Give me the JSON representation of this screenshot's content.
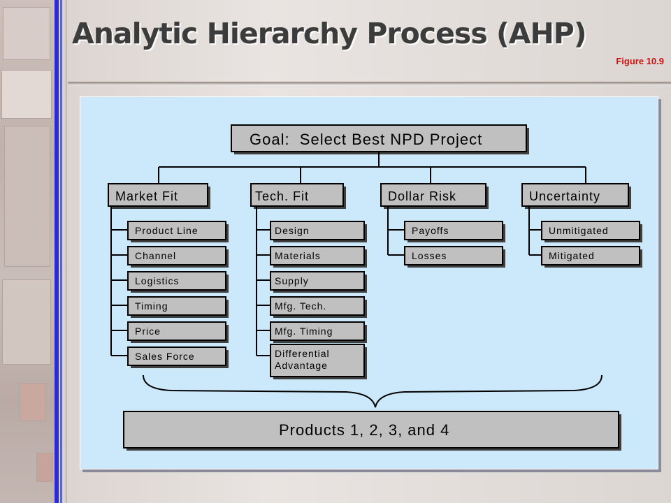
{
  "slide": {
    "title": "Analytic Hierarchy Process (AHP)",
    "figure_label": "Figure 10.9"
  },
  "diagram": {
    "goal": "Goal:  Select Best NPD Project",
    "criteria": [
      {
        "label": "Market Fit",
        "subs": [
          "Product Line",
          "Channel",
          "Logistics",
          "Timing",
          "Price",
          "Sales Force"
        ]
      },
      {
        "label": "Tech. Fit",
        "subs": [
          "Design",
          "Materials",
          "Supply",
          "Mfg. Tech.",
          "Mfg. Timing",
          "Differential Advantage"
        ]
      },
      {
        "label": "Dollar Risk",
        "subs": [
          "Payoffs",
          "Losses"
        ]
      },
      {
        "label": "Uncertainty",
        "subs": [
          "Unmitigated",
          "Mitigated"
        ]
      }
    ],
    "alternatives": "Products 1, 2, 3, and 4"
  },
  "colors": {
    "panel": "#cce9fb",
    "box_fill": "#c0c0c0",
    "title_text": "#3c3c3c",
    "figure_label": "#cc1111",
    "accent_bar": "#2a2ad6"
  }
}
